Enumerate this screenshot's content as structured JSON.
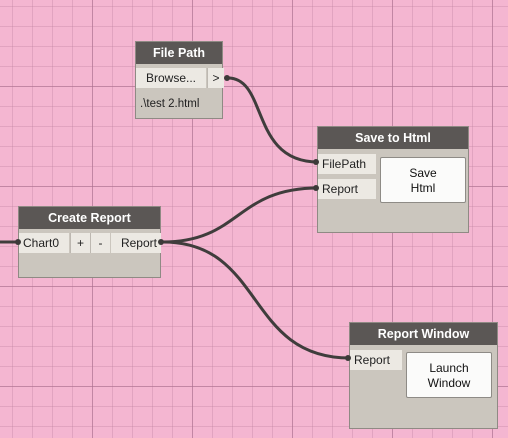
{
  "nodes": {
    "file_path": {
      "title": "File Path",
      "browse_label": "Browse...",
      "output_symbol": ">",
      "value": ".\\test 2.html"
    },
    "save_to_html": {
      "title": "Save to Html",
      "inputs": [
        "FilePath",
        "Report"
      ],
      "button_label": "Save\nHtml"
    },
    "create_report": {
      "title": "Create Report",
      "input": "Chart0",
      "add_label": "+",
      "remove_label": "-",
      "output": "Report"
    },
    "report_window": {
      "title": "Report Window",
      "input": "Report",
      "button_label": "Launch\nWindow"
    }
  },
  "colors": {
    "canvas": "#f4b6d1",
    "node_header": "#5b5755",
    "node_body": "#cbc6be",
    "wire": "#3f3d3c"
  }
}
